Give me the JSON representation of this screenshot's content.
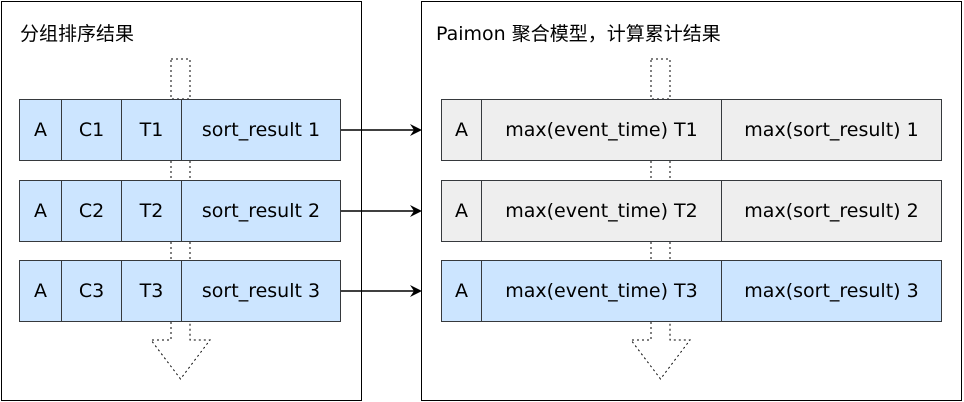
{
  "left_panel": {
    "title": "分组排序结果",
    "rows": [
      {
        "cells": [
          "A",
          "C1",
          "T1",
          "sort_result 1"
        ]
      },
      {
        "cells": [
          "A",
          "C2",
          "T2",
          "sort_result 2"
        ]
      },
      {
        "cells": [
          "A",
          "C3",
          "T3",
          "sort_result 3"
        ]
      }
    ]
  },
  "right_panel": {
    "title": "Paimon 聚合模型，计算累计结果",
    "rows": [
      {
        "cells": [
          "A",
          "max(event_time) T1",
          "max(sort_result) 1"
        ],
        "style": "gray"
      },
      {
        "cells": [
          "A",
          "max(event_time) T2",
          "max(sort_result) 2"
        ],
        "style": "gray"
      },
      {
        "cells": [
          "A",
          "max(event_time) T3",
          "max(sort_result) 3"
        ],
        "style": "blue"
      }
    ]
  },
  "colors": {
    "blue_fill": "#cce5ff",
    "gray_fill": "#eeeeee",
    "stroke": "#000000"
  }
}
